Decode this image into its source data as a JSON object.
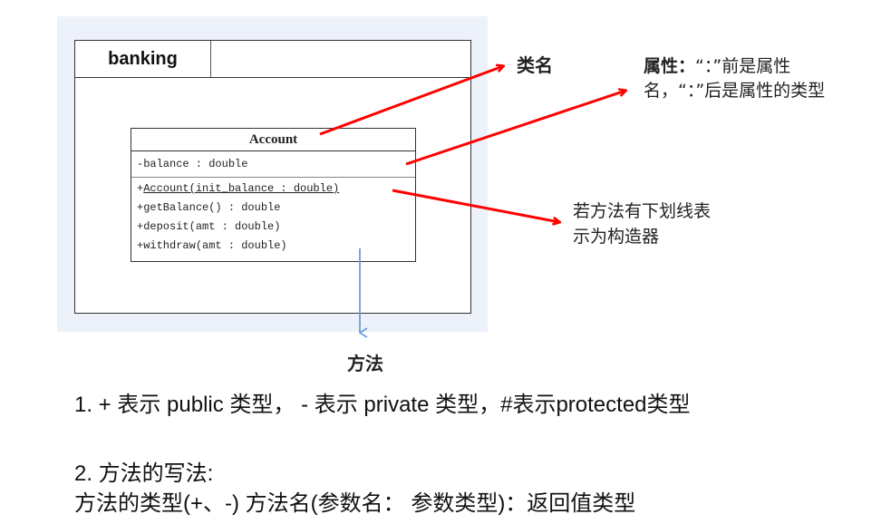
{
  "diagram": {
    "package": {
      "name": "banking"
    },
    "class": {
      "name": "Account",
      "attributes": [
        "-balance : double"
      ],
      "methods": [
        {
          "prefix": "+",
          "text": "Account(init_balance : double)",
          "underlined": true
        },
        {
          "prefix": "+",
          "text": "getBalance() : double",
          "underlined": false
        },
        {
          "prefix": "+",
          "text": "deposit(amt : double)",
          "underlined": false
        },
        {
          "prefix": "+",
          "text": "withdraw(amt : double)",
          "underlined": false
        }
      ]
    },
    "annotations": {
      "class_name": "类名",
      "attribute_bold": "属性：",
      "attribute_rest": "“：”前是属性名，“：”后是属性的类型",
      "constructor": "若方法有下划线表示为构造器",
      "method": "方法"
    },
    "colors": {
      "arrow_red": "#ff0000",
      "arrow_blue": "#6a9fd8",
      "panel_bg": "#edf1fa"
    }
  },
  "notes": {
    "line1": "1. + 表示 public 类型， - 表示 private 类型，#表示protected类型",
    "line2": "2. 方法的写法:",
    "line3": "方法的类型(+、-) 方法名(参数名： 参数类型)：返回值类型"
  }
}
